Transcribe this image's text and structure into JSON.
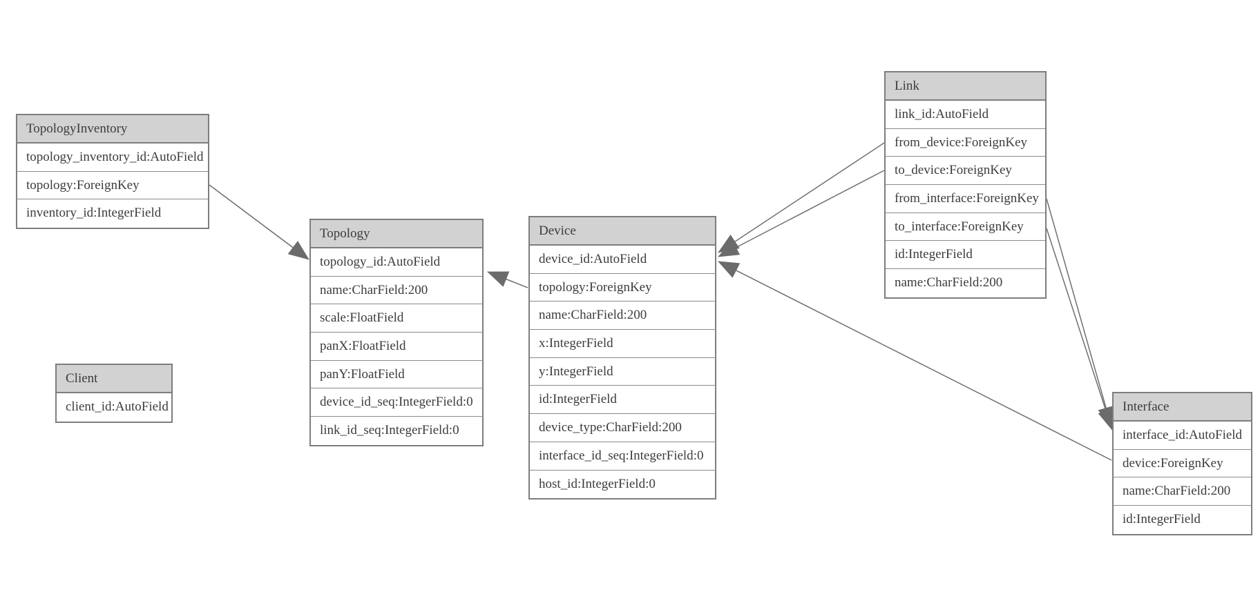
{
  "diagram": {
    "kind": "entity-relationship-model",
    "colors": {
      "background": "#ffffff",
      "header_fill": "#d2d2d2",
      "border": "#7d7d7d",
      "edge": "#6e6e6e",
      "arrow_fill": "#6b6b6b",
      "text": "#3c3c3c"
    }
  },
  "entities": [
    {
      "name": "TopologyInventory",
      "fields": [
        "topology_inventory_id:AutoField",
        "topology:ForeignKey",
        "inventory_id:IntegerField"
      ]
    },
    {
      "name": "Topology",
      "fields": [
        "topology_id:AutoField",
        "name:CharField:200",
        "scale:FloatField",
        "panX:FloatField",
        "panY:FloatField",
        "device_id_seq:IntegerField:0",
        "link_id_seq:IntegerField:0"
      ]
    },
    {
      "name": "Client",
      "fields": [
        "client_id:AutoField"
      ]
    },
    {
      "name": "Device",
      "fields": [
        "device_id:AutoField",
        "topology:ForeignKey",
        "name:CharField:200",
        "x:IntegerField",
        "y:IntegerField",
        "id:IntegerField",
        "device_type:CharField:200",
        "interface_id_seq:IntegerField:0",
        "host_id:IntegerField:0"
      ]
    },
    {
      "name": "Link",
      "fields": [
        "link_id:AutoField",
        "from_device:ForeignKey",
        "to_device:ForeignKey",
        "from_interface:ForeignKey",
        "to_interface:ForeignKey",
        "id:IntegerField",
        "name:CharField:200"
      ]
    },
    {
      "name": "Interface",
      "fields": [
        "interface_id:AutoField",
        "device:ForeignKey",
        "name:CharField:200",
        "id:IntegerField"
      ]
    }
  ],
  "relationships": [
    {
      "from": "TopologyInventory.topology",
      "to": "Topology.topology_id"
    },
    {
      "from": "Device.topology",
      "to": "Topology.topology_id"
    },
    {
      "from": "Link.from_device",
      "to": "Device.device_id"
    },
    {
      "from": "Link.to_device",
      "to": "Device.device_id"
    },
    {
      "from": "Link.from_interface",
      "to": "Interface.interface_id"
    },
    {
      "from": "Link.to_interface",
      "to": "Interface.interface_id"
    },
    {
      "from": "Interface.device",
      "to": "Device.device_id"
    }
  ]
}
